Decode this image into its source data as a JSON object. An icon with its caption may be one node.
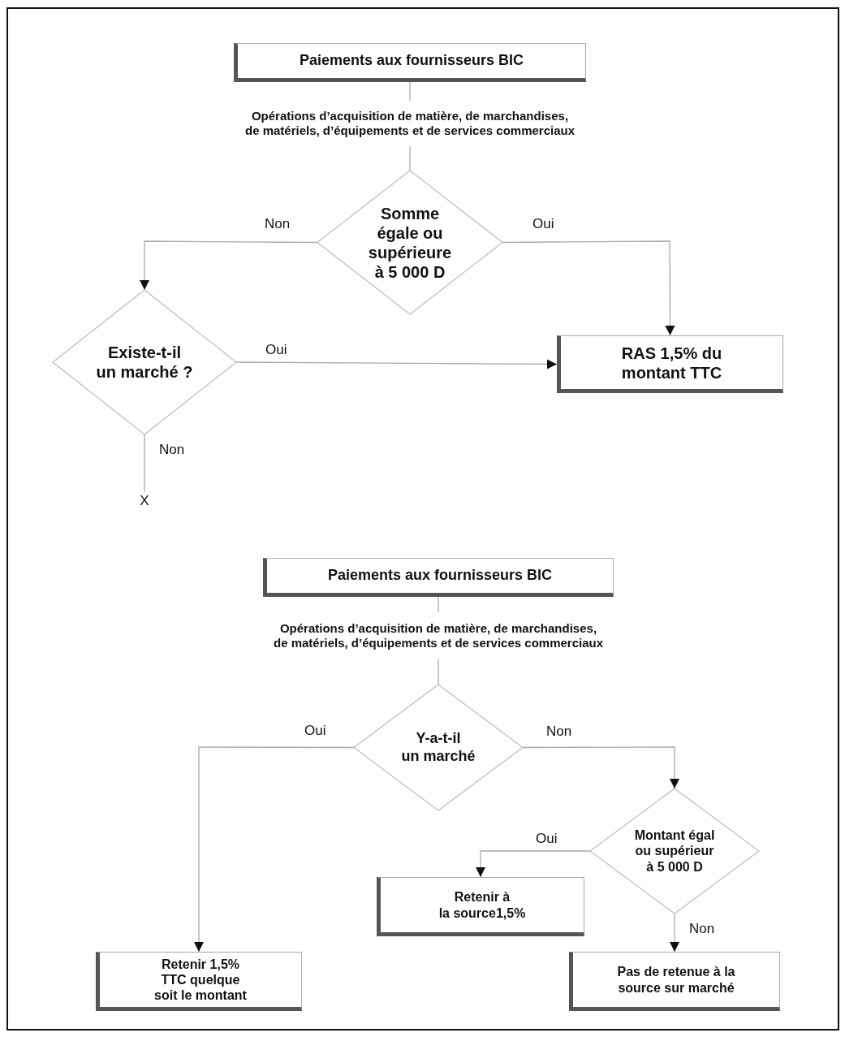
{
  "diagram": {
    "nodes": [
      {
        "text": [
          "Paiements aux fournisseurs BIC"
        ]
      },
      {
        "text": [
          "Opérations d’acquisition de matière, de marchandises, de matériels, d’équipements et de services commerciaux"
        ]
      },
      {
        "text": [
          "Somme égale ou supérieure à 5 000 D"
        ]
      },
      {
        "text": [
          "Existe-t-il un marché ?"
        ]
      },
      {
        "text": [
          "RAS 1,5% du montant TTC"
        ]
      },
      {
        "text": [
          "X"
        ]
      },
      {
        "text": [
          "Paiements aux fournisseurs BIC"
        ]
      },
      {
        "text": [
          "Opérations d’acquisition de matière, de marchandises, de matériels, d’équipements et de services commerciaux"
        ]
      },
      {
        "text": [
          "Y-a-t-il un marché"
        ]
      },
      {
        "text": [
          "Montant égal ou supérieur à 5 000 D"
        ]
      },
      {
        "text": [
          "Retenir à la source1,5%"
        ]
      },
      {
        "text": [
          "Retenir 1,5% TTC quelque soit le montant"
        ]
      },
      {
        "text": [
          "Pas de retenue à la source sur marché"
        ]
      }
    ],
    "edges": [
      {
        "from": 0,
        "to": 1,
        "arrow": "none"
      },
      {
        "from": 1,
        "to": 2,
        "arrow": "none"
      },
      {
        "from": 2,
        "to": 3,
        "arrow": "to",
        "label": "Non"
      },
      {
        "from": 2,
        "to": 4,
        "arrow": "to",
        "label": "Oui"
      },
      {
        "from": 3,
        "to": 4,
        "arrow": "to",
        "label": "Oui"
      },
      {
        "from": 3,
        "to": 5,
        "arrow": "none",
        "label": "Non"
      },
      {
        "from": 6,
        "to": 7,
        "arrow": "none"
      },
      {
        "from": 7,
        "to": 8,
        "arrow": "none"
      },
      {
        "from": 8,
        "to": 11,
        "arrow": "to",
        "label": "Oui"
      },
      {
        "from": 8,
        "to": 9,
        "arrow": "to",
        "label": "Non"
      },
      {
        "from": 9,
        "to": 10,
        "arrow": "to",
        "label": "Oui"
      },
      {
        "from": 9,
        "to": 12,
        "arrow": "to",
        "label": "Non"
      }
    ]
  }
}
